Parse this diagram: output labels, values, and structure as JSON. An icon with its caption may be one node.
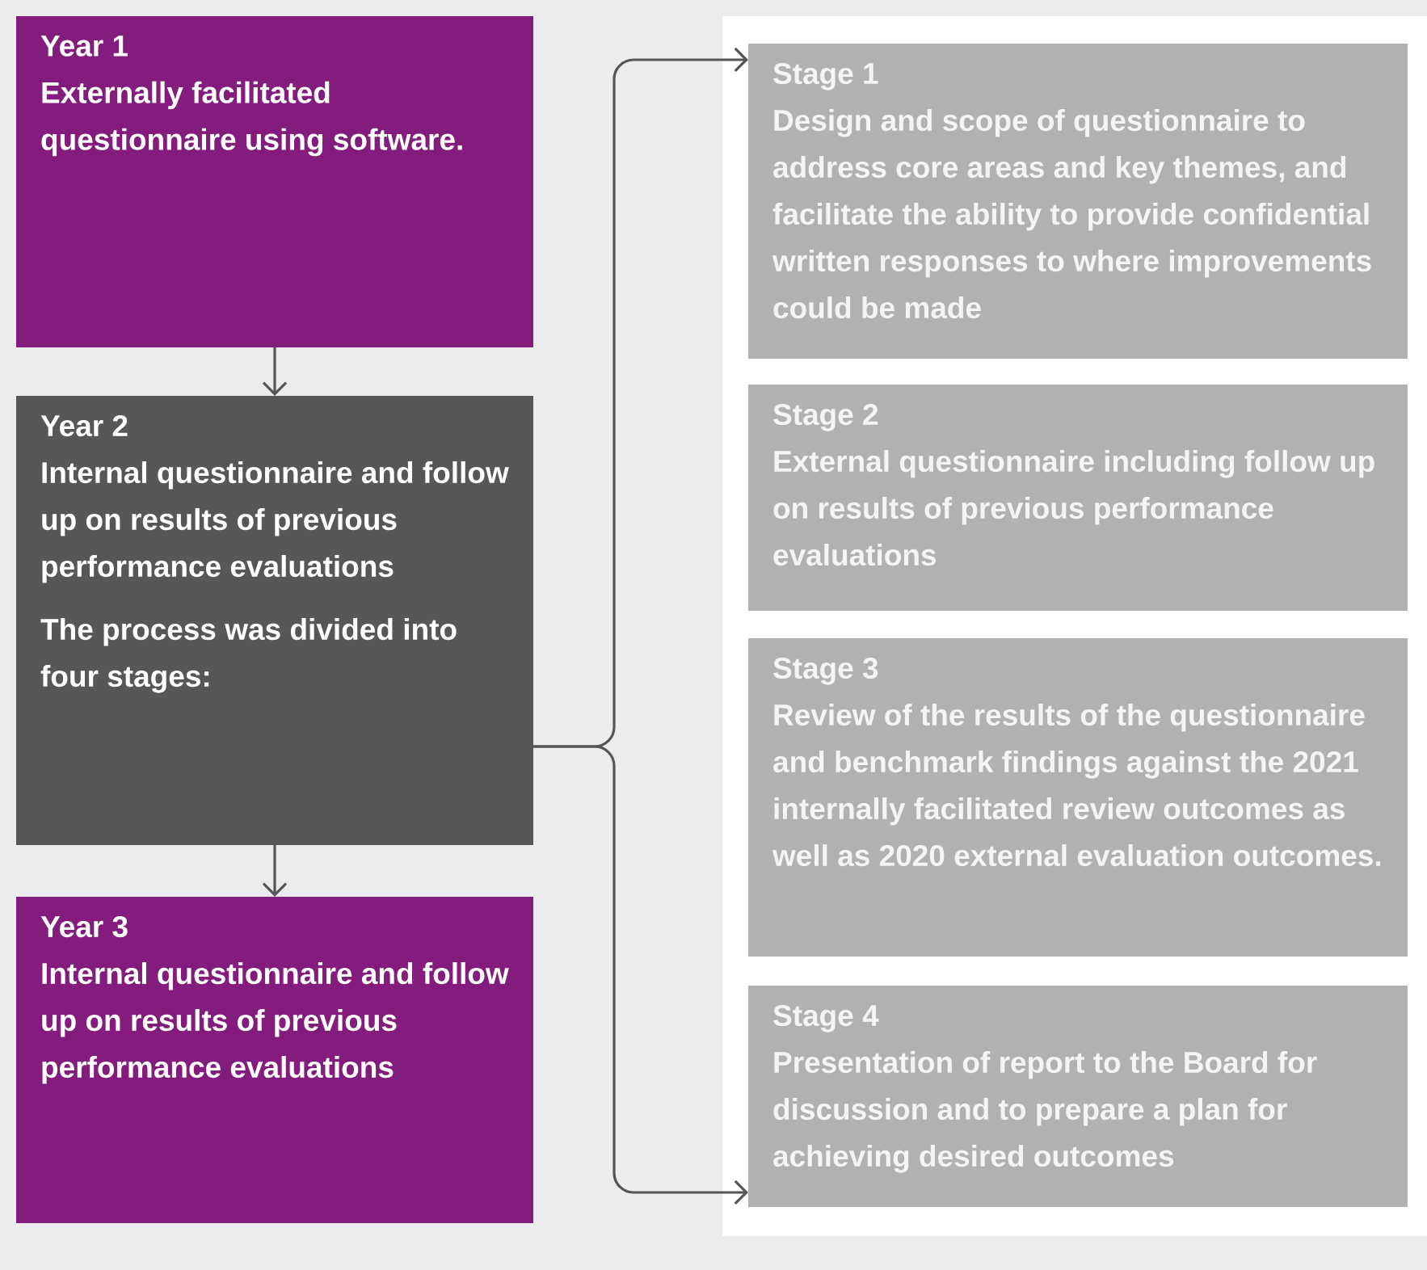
{
  "diagram": {
    "nodes": [
      {
        "text": [
          "Year 1",
          "Externally facilitated questionnaire using software."
        ]
      },
      {
        "text": [
          "Year 2",
          "Internal questionnaire and follow up on results of previous performance evaluations",
          "The process was divided into four stages:"
        ]
      },
      {
        "text": [
          "Year 3",
          "Internal questionnaire and follow up on results of previous performance evaluations"
        ]
      },
      {
        "text": [
          "Stage 1",
          "Design and scope of questionnaire to address core areas and key themes, and facilitate the ability to provide confidential written responses to where improvements could be made"
        ]
      },
      {
        "text": [
          "Stage 2",
          "External questionnaire including follow up on results of previous performance evaluations"
        ]
      },
      {
        "text": [
          "Stage 3",
          "Review of the results of the questionnaire and benchmark findings against the 2021 internally facilitated review outcomes as well as 2020 external evaluation outcomes."
        ]
      },
      {
        "text": [
          "Stage 4",
          "Presentation of report to the Board for discussion and to prepare a plan for achieving desired outcomes"
        ]
      }
    ],
    "edges": [
      {
        "from": 0,
        "to": 1,
        "arrow": "to"
      },
      {
        "from": 1,
        "to": 2,
        "arrow": "to"
      },
      {
        "from": 1,
        "to": 3,
        "arrow": "to"
      },
      {
        "from": 1,
        "to": 6,
        "arrow": "to"
      }
    ]
  }
}
